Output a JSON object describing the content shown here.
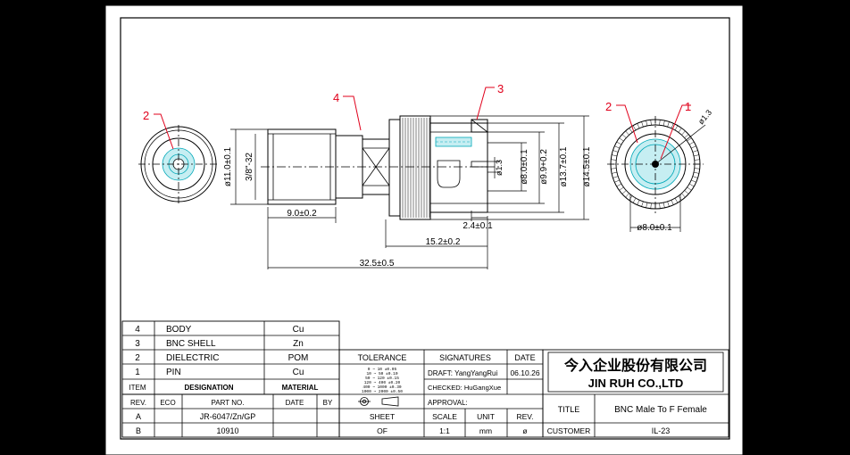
{
  "balloons": {
    "b1": "1",
    "b2_left": "2",
    "b2_right": "2",
    "b3": "3",
    "b4": "4"
  },
  "dimensions": {
    "side_dia": "ø11.0±0.1",
    "thread": "3/8\"-32",
    "len_9": "9.0±0.2",
    "len_24": "2.4±0.1",
    "len_152": "15.2±0.2",
    "len_325": "32.5±0.5",
    "pin_dia": "ø1.3",
    "d80": "ø8.0±0.1",
    "d99": "ø9.9+0.2",
    "d137": "ø13.7±0.1",
    "d145": "ø14.5±0.1",
    "front_pin": "ø1.3",
    "front_d80": "ø8.0±0.1"
  },
  "bom": {
    "rows": [
      {
        "item": "4",
        "designation": "BODY",
        "material": "Cu"
      },
      {
        "item": "3",
        "designation": "BNC SHELL",
        "material": "Zn"
      },
      {
        "item": "2",
        "designation": "DIELECTRIC",
        "material": "POM"
      },
      {
        "item": "1",
        "designation": "PIN",
        "material": "Cu"
      }
    ],
    "header": {
      "item": "ITEM",
      "designation": "DESIGNATION",
      "material": "MATERIAL"
    }
  },
  "revision": {
    "header": {
      "rev": "REV.",
      "eco": "ECO",
      "part": "PART NO.",
      "date": "DATE",
      "by": "BY"
    },
    "rows": [
      {
        "rev": "A",
        "part": "JR-6047/Zn/GP"
      },
      {
        "rev": "B",
        "part": "10910"
      }
    ]
  },
  "tolerance": {
    "label": "TOLERANCE",
    "lines": [
      "0 ~ 10      ±0.05",
      "10 ~ 50     ±0.10",
      "50 ~ 120    ±0.15",
      "120 ~ 400   ±0.20",
      "400 ~ 1000  ±0.30",
      "1000 ~ 2000 ±0.50"
    ]
  },
  "signatures": {
    "label": "SIGNATURES",
    "date_label": "DATE",
    "draft": "DRAFT: YangYangRui",
    "checked": "CHECKED: HuGangXue",
    "date": "06.10.26",
    "approval": "APPROVAL:"
  },
  "sheet_row": {
    "sheet": "SHEET",
    "scale": "SCALE",
    "unit": "UNIT",
    "rev": "REV.",
    "sheet_val": "OF",
    "scale_val": "1:1",
    "unit_val": "mm",
    "rev_val": "ø"
  },
  "company": {
    "name_cn": "今入企业股份有限公司",
    "name_en": "JIN  RUH  CO.,LTD"
  },
  "title_block": {
    "title_label": "TITLE",
    "title": "BNC Male To F Female",
    "customer_label": "CUSTOMER",
    "customer": "IL-23"
  }
}
